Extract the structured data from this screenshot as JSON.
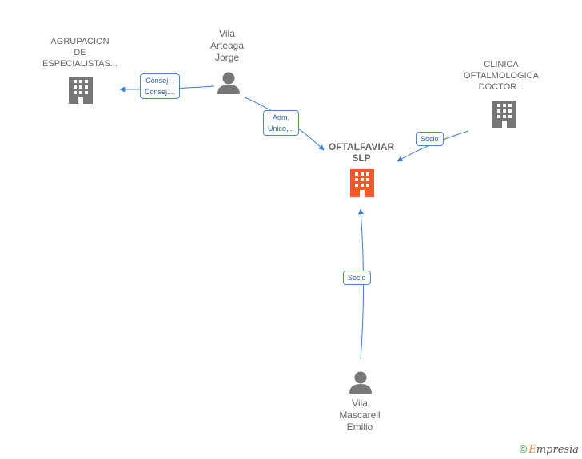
{
  "nodes": {
    "agrupacion": {
      "lines": [
        "AGRUPACION",
        "DE",
        "ESPECIALISTAS..."
      ],
      "icon": "building-icon",
      "color": "#777777"
    },
    "vila_arteaga": {
      "lines": [
        "Vila",
        "Arteaga",
        "Jorge"
      ],
      "icon": "person-icon",
      "color": "#777777"
    },
    "clinica": {
      "lines": [
        "CLINICA",
        "OFTALMOLOGICA",
        "DOCTOR..."
      ],
      "icon": "building-icon",
      "color": "#777777"
    },
    "oftalfaviar": {
      "lines": [
        "OFTALFAVIAR",
        "SLP"
      ],
      "icon": "building-icon",
      "color": "#f05a28"
    },
    "vila_mascarell": {
      "lines": [
        "Vila",
        "Mascarell",
        "Emilio"
      ],
      "icon": "person-icon",
      "color": "#777777"
    }
  },
  "edges": {
    "consej": {
      "lines": [
        "Consej. ,",
        "Consej...."
      ]
    },
    "adm": {
      "lines": [
        "Adm.",
        "Unico,..."
      ]
    },
    "socio_clinica": {
      "lines": [
        "Socio"
      ]
    },
    "socio_mascarell": {
      "lines": [
        "Socio"
      ]
    }
  },
  "edge_color": "#3f7fd0",
  "brand": {
    "copyright": "©",
    "first_letter": "E",
    "rest": "mpresia"
  }
}
